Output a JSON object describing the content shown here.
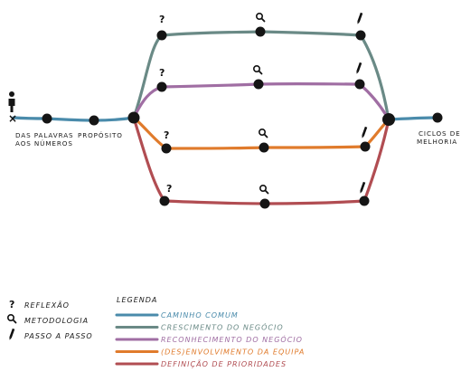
{
  "colors": {
    "common": "#4a8bab",
    "growth": "#6a8a86",
    "recognition": "#a06ea3",
    "involvement": "#e07b2c",
    "priorities": "#b14d52",
    "node": "#151515"
  },
  "labels": {
    "start_line1": "DAS PALAVRAS",
    "start_line2": "AOS NÚMEROS",
    "purpose": "PROPÓSITO",
    "end_line1": "CICLOS DE",
    "end_line2": "MELHORIA"
  },
  "key": {
    "reflection": "REFLEXÃO",
    "methodology": "METODOLOGIA",
    "step_by_step": "PASSO A PASSO"
  },
  "legend": {
    "title": "LEGENDA",
    "items": [
      {
        "label": "CAMINHO COMUM",
        "color": "#4a8bab"
      },
      {
        "label": "CRESCIMENTO DO NEGÓCIO",
        "color": "#6a8a86"
      },
      {
        "label": "RECONHECIMENTO DO NEGÓCIO",
        "color": "#a06ea3"
      },
      {
        "label": "(DES)ENVOLVIMENTO DA EQUIPA",
        "color": "#e07b2c"
      },
      {
        "label": "DEFINIÇÃO DE PRIORIDADES",
        "color": "#b14d52"
      }
    ]
  },
  "icons": {
    "question": "?",
    "magnifier": "magnifier-icon",
    "pencil": "pencil-icon",
    "person": "person-icon",
    "start_marker": "×"
  }
}
